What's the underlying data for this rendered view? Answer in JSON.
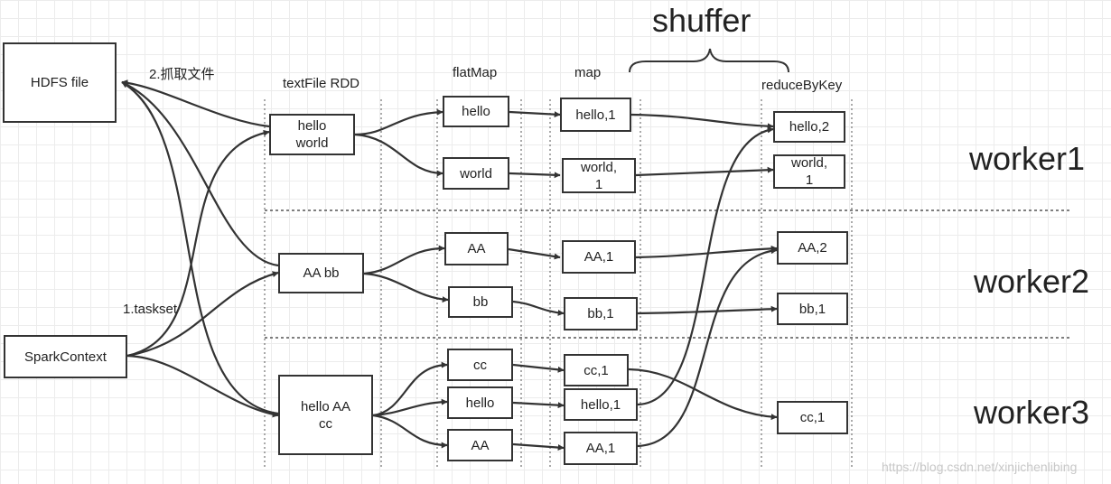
{
  "nodes": {
    "hdfs": "HDFS file",
    "spark": "SparkContext",
    "text_1": "hello\nworld",
    "text_2": "AA bb",
    "text_3": "hello AA\ncc",
    "fm_hello_1": "hello",
    "fm_world_1": "world",
    "fm_aa_2": "AA",
    "fm_bb_2": "bb",
    "fm_cc_3": "cc",
    "fm_hello_3": "hello",
    "fm_aa_3": "AA",
    "map_hello_1": "hello,1",
    "map_world_1": "world,\n1",
    "map_aa_2": "AA,1",
    "map_bb_2": "bb,1",
    "map_cc_3": "cc,1",
    "map_hello_3": "hello,1",
    "map_aa_3": "AA,1",
    "red_hello": "hello,2",
    "red_world": "world,\n1",
    "red_aa": "AA,2",
    "red_bb": "bb,1",
    "red_cc": "cc,1"
  },
  "labels": {
    "fetch": "2.抓取文件",
    "taskset": "1.taskset",
    "textfile_rdd": "textFile RDD",
    "flatmap": "flatMap",
    "map": "map",
    "reducebykey": "reduceByKey",
    "shuffer": "shuffer"
  },
  "workers": [
    "worker1",
    "worker2",
    "worker3"
  ],
  "watermark": "https://blog.csdn.net/xinjichenlibing"
}
